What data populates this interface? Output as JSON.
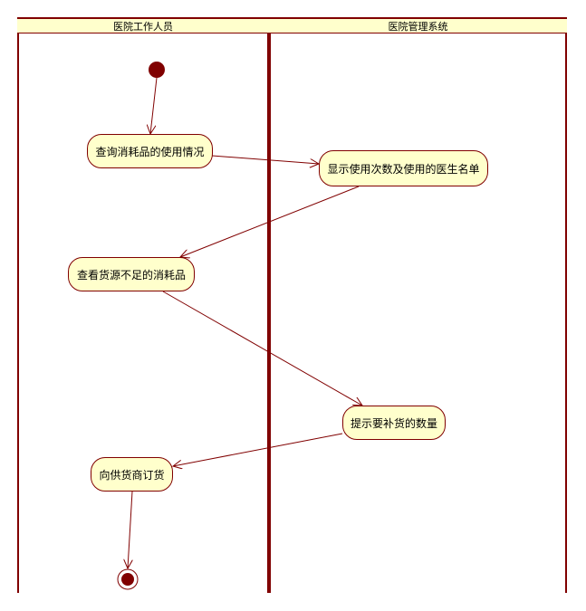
{
  "diagram": {
    "type": "uml-activity-swimlane",
    "colors": {
      "line": "#800000",
      "fill": "#ffffcc",
      "node": "#800000"
    },
    "lanes": [
      {
        "id": "staff",
        "label": "医院工作人员"
      },
      {
        "id": "system",
        "label": "医院管理系统"
      }
    ],
    "activities": [
      {
        "id": "a1",
        "lane": "staff",
        "label": "查询消耗品的使用情况"
      },
      {
        "id": "a2",
        "lane": "system",
        "label": "显示使用次数及使用的医生名单"
      },
      {
        "id": "a3",
        "lane": "staff",
        "label": "查看货源不足的消耗品"
      },
      {
        "id": "a4",
        "lane": "system",
        "label": "提示要补货的数量"
      },
      {
        "id": "a5",
        "lane": "staff",
        "label": "向供货商订货"
      }
    ],
    "flows": [
      [
        "start",
        "a1"
      ],
      [
        "a1",
        "a2"
      ],
      [
        "a2",
        "a3"
      ],
      [
        "a3",
        "a4"
      ],
      [
        "a4",
        "a5"
      ],
      [
        "a5",
        "end"
      ]
    ]
  }
}
